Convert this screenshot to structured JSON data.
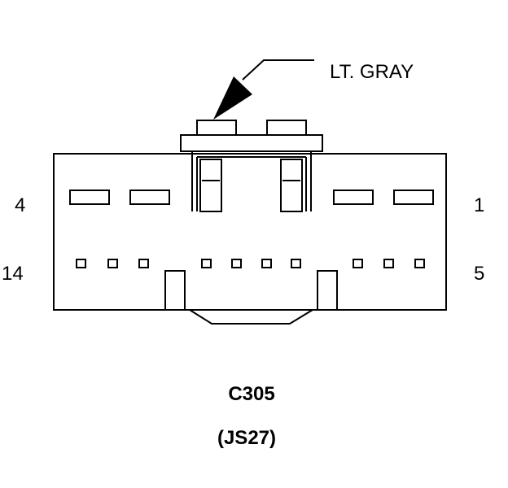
{
  "connector": {
    "wire_color_label": "LT. GRAY",
    "id_label": "C305",
    "code_label": "(JS27)",
    "pin_labels": {
      "top_left": "4",
      "top_right": "1",
      "bottom_left": "14",
      "bottom_right": "5"
    }
  }
}
